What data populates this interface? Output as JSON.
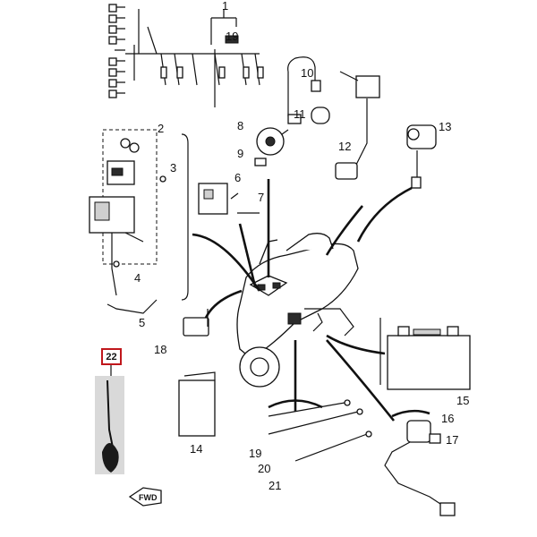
{
  "diagram": {
    "callouts": [
      {
        "id": "1",
        "label": "1"
      },
      {
        "id": "2",
        "label": "2"
      },
      {
        "id": "3",
        "label": "3"
      },
      {
        "id": "4",
        "label": "4"
      },
      {
        "id": "5",
        "label": "5"
      },
      {
        "id": "6",
        "label": "6"
      },
      {
        "id": "7",
        "label": "7"
      },
      {
        "id": "8",
        "label": "8"
      },
      {
        "id": "9",
        "label": "9"
      },
      {
        "id": "10",
        "label": "10"
      },
      {
        "id": "11",
        "label": "11"
      },
      {
        "id": "12",
        "label": "12"
      },
      {
        "id": "13",
        "label": "13"
      },
      {
        "id": "14",
        "label": "14"
      },
      {
        "id": "15",
        "label": "15"
      },
      {
        "id": "16",
        "label": "16"
      },
      {
        "id": "17",
        "label": "17"
      },
      {
        "id": "18",
        "label": "18"
      },
      {
        "id": "19",
        "label": "19"
      },
      {
        "id": "19b",
        "label": "19"
      },
      {
        "id": "20",
        "label": "20"
      },
      {
        "id": "21",
        "label": "21"
      }
    ],
    "highlighted": {
      "label": "22",
      "color": "#c0171c"
    },
    "direction_marker": {
      "label": "FWD"
    }
  }
}
